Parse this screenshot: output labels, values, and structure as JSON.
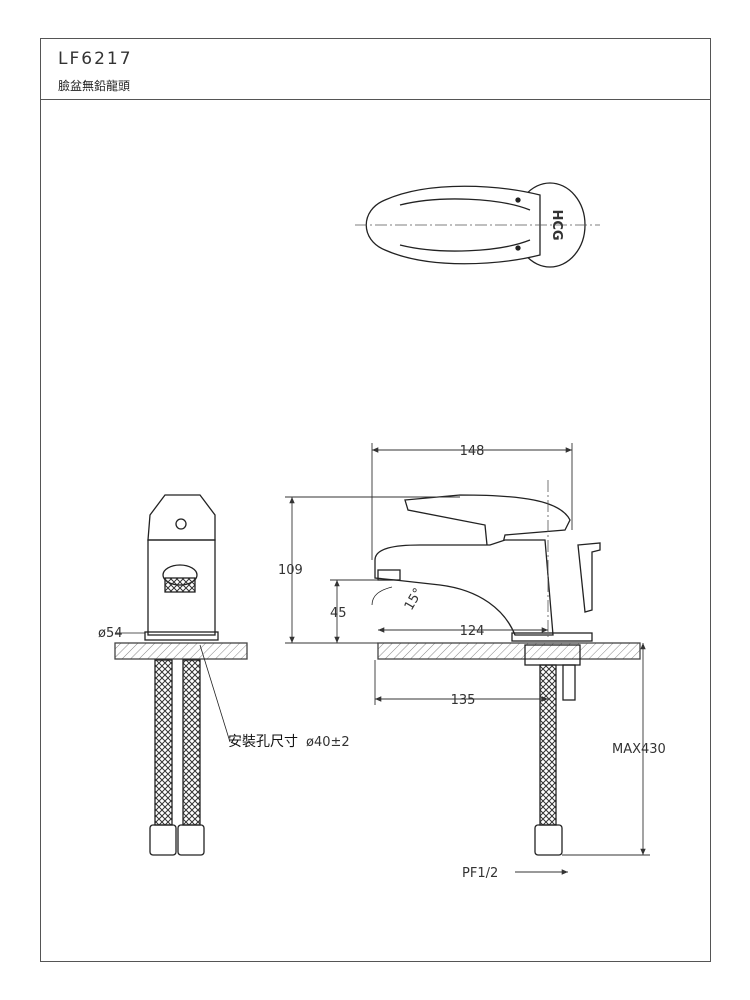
{
  "header": {
    "model": "LF6217",
    "product_name": "臉盆無鉛龍頭"
  },
  "handle_logo": "HCG",
  "dimensions": {
    "width_top": "148",
    "height": "109",
    "spout_height": "45",
    "angle": "15°",
    "spout_reach": "124",
    "base_depth": "135",
    "max_length": "MAX430",
    "connector": "PF1/2",
    "base_diameter": "ø54",
    "hole_note_label": "安裝孔尺寸",
    "hole_note_value": "ø40±2"
  }
}
